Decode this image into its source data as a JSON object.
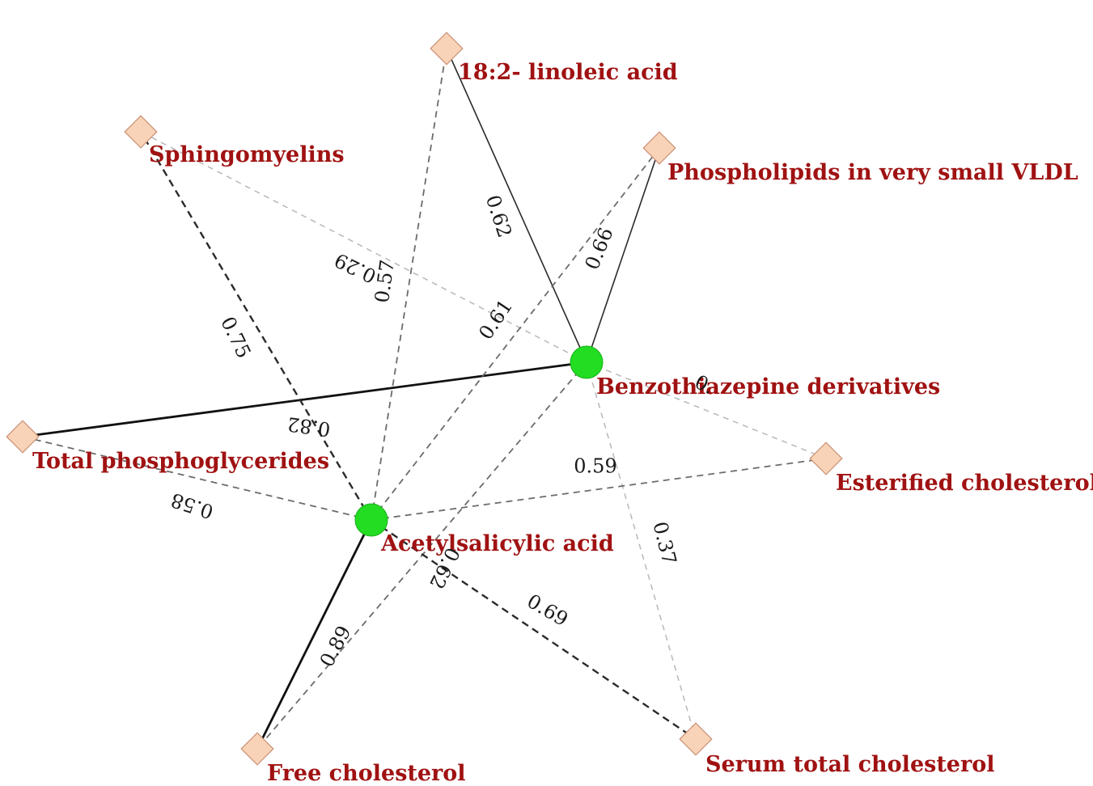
{
  "colors": {
    "drug_node": "#22dd22",
    "metabolite_node": "#f9d3b7",
    "metabolite_stroke": "#c98f73",
    "label_text": "#a01212",
    "edge_dark": "#2a2a2a",
    "edge_mid": "#6b6b6b",
    "edge_light": "#b8b8b8"
  },
  "nodes": [
    {
      "id": "benzothiazepine",
      "label": "Benzothiazepine derivatives",
      "shape": "circle"
    },
    {
      "id": "acetylsalicylic",
      "label": "Acetylsalicylic acid",
      "shape": "circle"
    },
    {
      "id": "linoleic",
      "label": "18:2- linoleic acid",
      "shape": "diamond"
    },
    {
      "id": "sphingomyelins",
      "label": "Sphingomyelins",
      "shape": "diamond"
    },
    {
      "id": "phospholipids_vldl",
      "label": "Phospholipids in very small VLDL",
      "shape": "diamond"
    },
    {
      "id": "total_phosphoglycerides",
      "label": "Total phosphoglycerides",
      "shape": "diamond"
    },
    {
      "id": "esterified_cholesterol",
      "label": "Esterified cholesterol",
      "shape": "diamond"
    },
    {
      "id": "free_cholesterol",
      "label": "Free cholesterol",
      "shape": "diamond"
    },
    {
      "id": "serum_total_cholesterol",
      "label": "Serum total cholesterol",
      "shape": "diamond"
    }
  ],
  "edges": [
    {
      "id": "e1",
      "source": "benzothiazepine",
      "target": "linoleic",
      "weight": "0.62",
      "style": "solid"
    },
    {
      "id": "e2",
      "source": "benzothiazepine",
      "target": "phospholipids_vldl",
      "weight": "0.66",
      "style": "solid"
    },
    {
      "id": "e3",
      "source": "benzothiazepine",
      "target": "total_phosphoglycerides",
      "weight": "0.82",
      "style": "solid-thick"
    },
    {
      "id": "e4",
      "source": "benzothiazepine",
      "target": "sphingomyelins",
      "weight": "0.29",
      "style": "dashed-light"
    },
    {
      "id": "e5",
      "source": "benzothiazepine",
      "target": "esterified_cholesterol",
      "weight": "0.",
      "style": "dashed-light"
    },
    {
      "id": "e6",
      "source": "benzothiazepine",
      "target": "serum_total_cholesterol",
      "weight": "0.37",
      "style": "dashed-light"
    },
    {
      "id": "e7",
      "source": "benzothiazepine",
      "target": "free_cholesterol",
      "weight": "0.89",
      "style": "dashed"
    },
    {
      "id": "e8",
      "source": "acetylsalicylic",
      "target": "sphingomyelins",
      "weight": "0.75",
      "style": "dashed-dark"
    },
    {
      "id": "e9",
      "source": "acetylsalicylic",
      "target": "linoleic",
      "weight": "0.57",
      "style": "dashed"
    },
    {
      "id": "e10",
      "source": "acetylsalicylic",
      "target": "phospholipids_vldl",
      "weight": "0.61",
      "style": "dashed"
    },
    {
      "id": "e11",
      "source": "acetylsalicylic",
      "target": "total_phosphoglycerides",
      "weight": "0.58",
      "style": "dashed"
    },
    {
      "id": "e12",
      "source": "acetylsalicylic",
      "target": "esterified_cholesterol",
      "weight": "0.59",
      "style": "dashed"
    },
    {
      "id": "e13",
      "source": "acetylsalicylic",
      "target": "serum_total_cholesterol",
      "weight": "0.69",
      "style": "dashed-dark"
    },
    {
      "id": "e14",
      "source": "acetylsalicylic",
      "target": "free_cholesterol",
      "weight": "0.62",
      "style": "solid-thick"
    }
  ]
}
